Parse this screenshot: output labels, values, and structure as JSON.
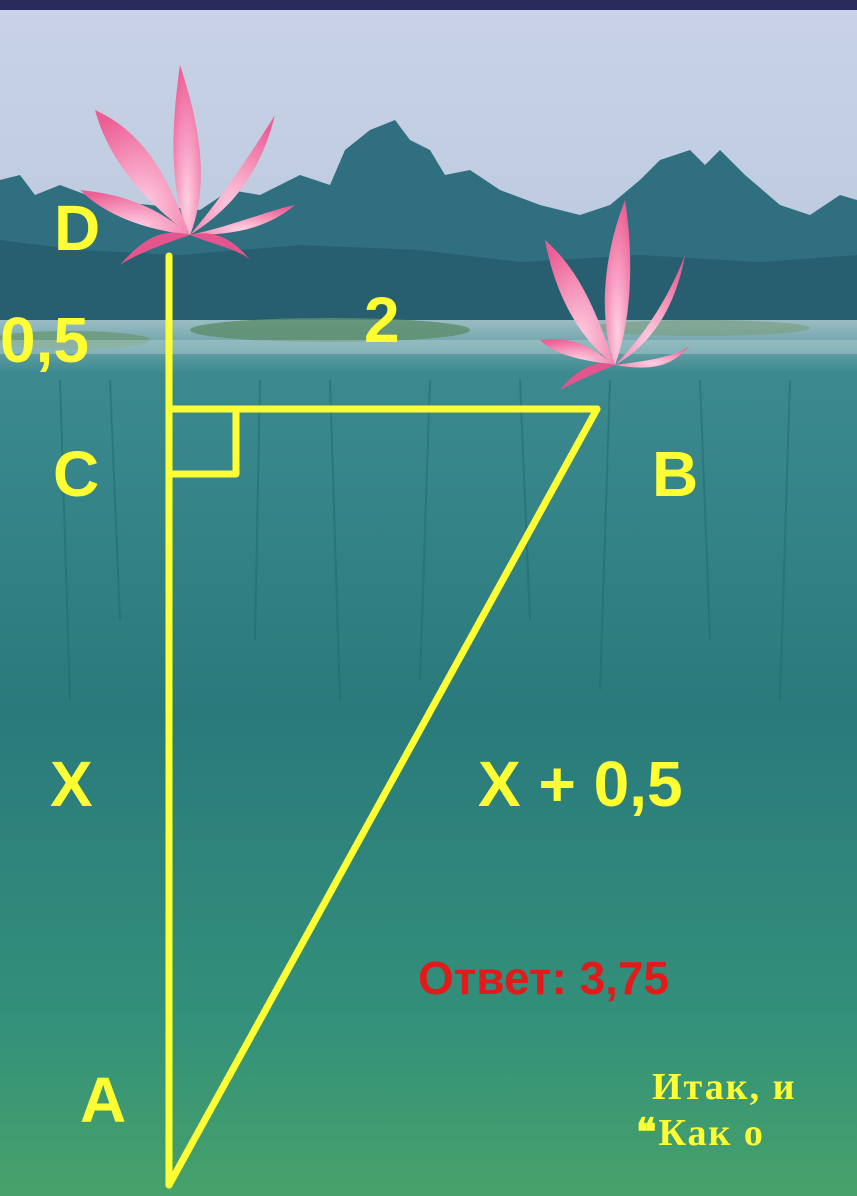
{
  "colors": {
    "line": "#ffff33",
    "answer": "#e21a1a",
    "water_top": "#8ab0b8",
    "water_mid": "#2d7f7f",
    "water_bottom": "#3f9a6a",
    "sky": "#c8d4e6",
    "treeline": "#2c6d7e",
    "lotus": "#f07aa8"
  },
  "labels": {
    "D": "D",
    "C": "C",
    "B": "B",
    "A": "A",
    "dc": "0,5",
    "cb": "2",
    "ac": "X",
    "ab": "X + 0,5"
  },
  "answer": "Ответ: 3,75",
  "story": {
    "line1": "Итак, и",
    "line2": "❝Как о"
  },
  "icons": [
    "lotus-flower-icon",
    "lotus-flower-icon",
    "right-angle-marker"
  ]
}
